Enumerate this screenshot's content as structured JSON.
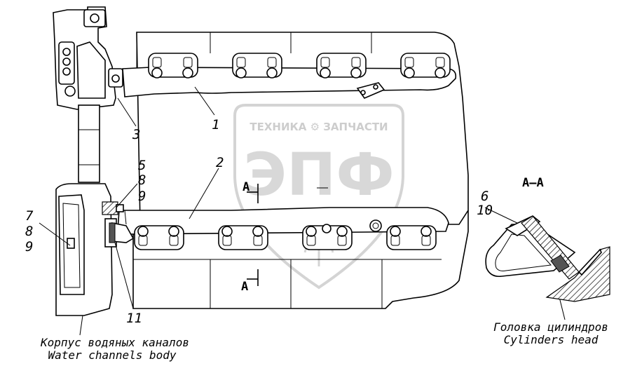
{
  "watermark": {
    "top_text": "ТЕХНИКА ⚙ ЗАПЧАСТИ",
    "big_text": "ЭПФ"
  },
  "section": {
    "title": "A–A",
    "marker_upper": "A",
    "marker_lower": "A"
  },
  "callouts": {
    "c1": "1",
    "c2": "2",
    "c3": "3",
    "c5": "5",
    "c8a": "8",
    "c9a": "9",
    "c7": "7",
    "c8b": "8",
    "c9b": "9",
    "c11": "11",
    "c6": "6",
    "c10": "10"
  },
  "captions": {
    "water_ru": "Корпус водяных каналов",
    "water_en": "Water channels body",
    "head_ru": "Головка цилиндров",
    "head_en": "Cylinders head"
  },
  "colors": {
    "line": "#000000",
    "watermark": "#c8c8c8"
  }
}
